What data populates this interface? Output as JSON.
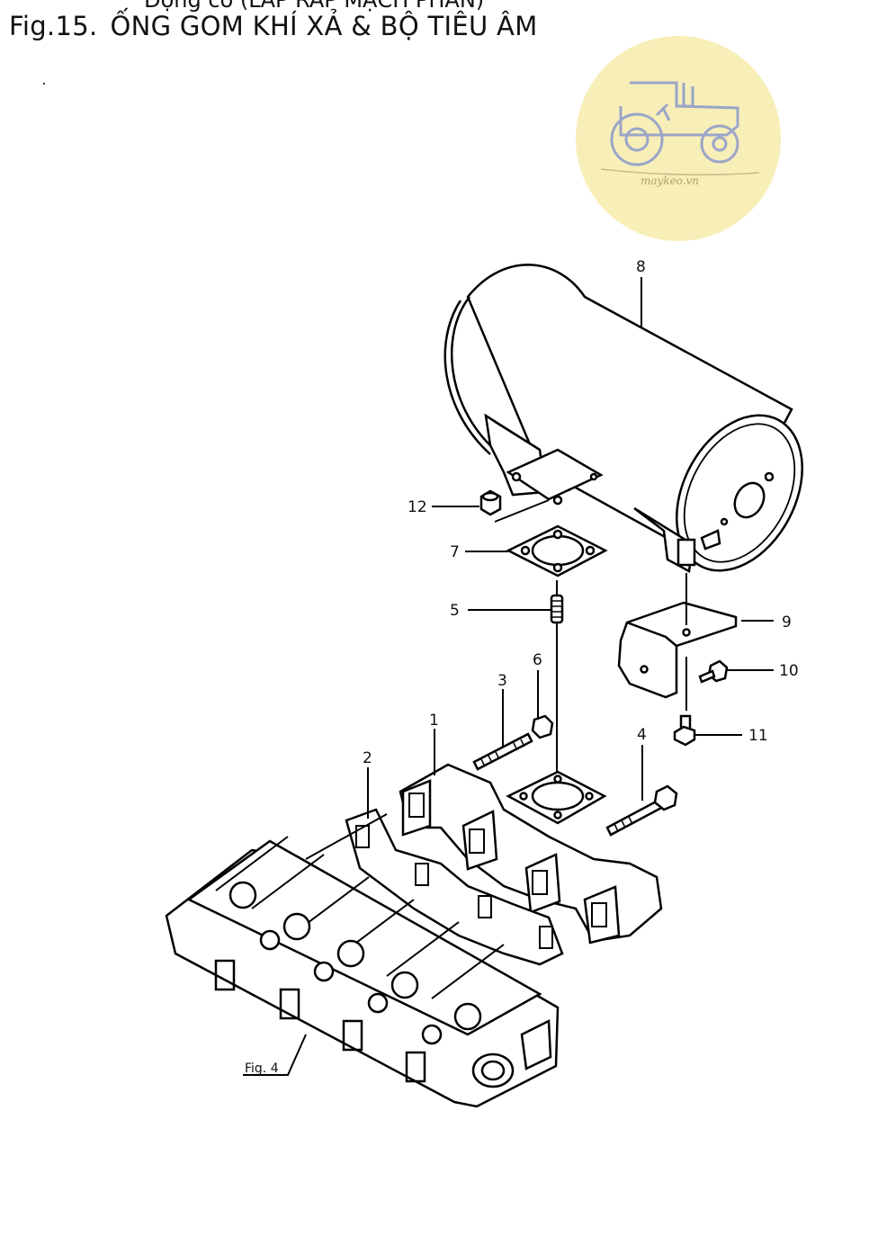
{
  "header": {
    "top_cut_text": "Động cơ (LẮP RÁP MẠCH PHẦN)",
    "fig_number": "Fig.15.",
    "fig_title": "ỐNG GOM KHÍ XẢ & BỘ TIÊU ÂM"
  },
  "watermark": {
    "text": "maykeo.vn",
    "color": "#f8eeb8"
  },
  "figure_reference": "Fig. 4",
  "callouts": [
    "1",
    "2",
    "3",
    "4",
    "5",
    "6",
    "7",
    "8",
    "9",
    "10",
    "11",
    "12"
  ]
}
